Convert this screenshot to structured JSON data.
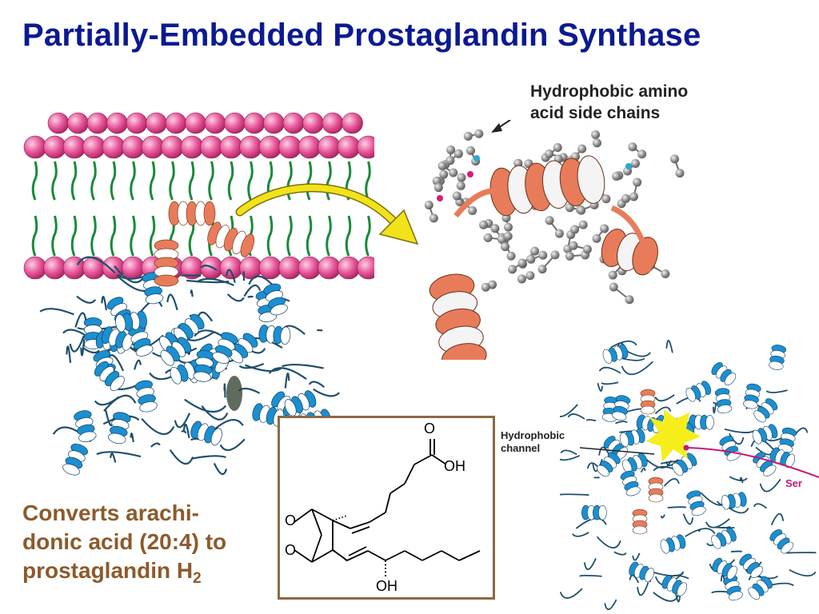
{
  "title": "Partially-Embedded Prostaglandin Synthase",
  "labels": {
    "hydrophobic_side_chains_line1": "Hydrophobic amino",
    "hydrophobic_side_chains_line2": "acid side chains",
    "hydrophobic_channel_line1": "Hydrophobic",
    "hydrophobic_channel_line2": "channel",
    "ser": "Ser"
  },
  "caption": {
    "line1": "Converts arachi-",
    "line2": "donic acid (20:4) to",
    "line3_main": "prostaglandin H",
    "line3_sub": "2"
  },
  "structure_labels": {
    "carbonyl_o": "O",
    "acid_oh": "OH",
    "peroxide_o_top": "O",
    "peroxide_o_bottom": "O",
    "alcohol_oh": "OH"
  },
  "colors": {
    "title": "#0b1a91",
    "caption": "#8c5a2b",
    "lipid_head": "#e8559a",
    "lipid_tail": "#1a8a3a",
    "protein_helix": "#1b8fd0",
    "protein_coil": "#1f4f6b",
    "membrane_helix": "#e87c5a",
    "arrow": "#f2e21a",
    "ser_label": "#c2177a",
    "box_border": "#8a6a45"
  }
}
